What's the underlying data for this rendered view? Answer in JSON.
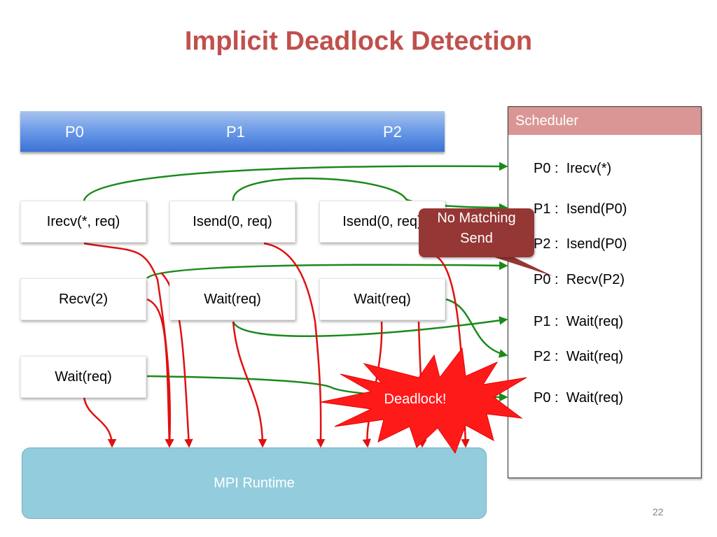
{
  "title": "Implicit Deadlock Detection",
  "processes": [
    "P0",
    "P1",
    "P2"
  ],
  "operations": {
    "p0": [
      "Irecv(*, req)",
      "Recv(2)",
      "Wait(req)"
    ],
    "p1": [
      "Isend(0, req)",
      "Wait(req)"
    ],
    "p2": [
      "Isend(0, req)",
      "Wait(req)"
    ]
  },
  "runtime_label": "MPI Runtime",
  "scheduler": {
    "header": "Scheduler",
    "items": [
      "P0 :  Irecv(*)",
      "P1 :  Isend(P0)",
      "P2 :  Isend(P0)",
      "P0 :  Recv(P2)",
      "P1 :  Wait(req)",
      "P2 :  Wait(req)",
      "P0 :  Wait(req)"
    ]
  },
  "callout": {
    "line1": "No Matching",
    "line2": "Send"
  },
  "deadlock_label": "Deadlock!",
  "page_number": "22",
  "colors": {
    "title": "#c0504d",
    "green_arrow": "#1a8a1a",
    "red_arrow": "#e01010",
    "blue_arrow": "#4f81bd",
    "callout": "#953735",
    "burst": "#ff0000"
  }
}
